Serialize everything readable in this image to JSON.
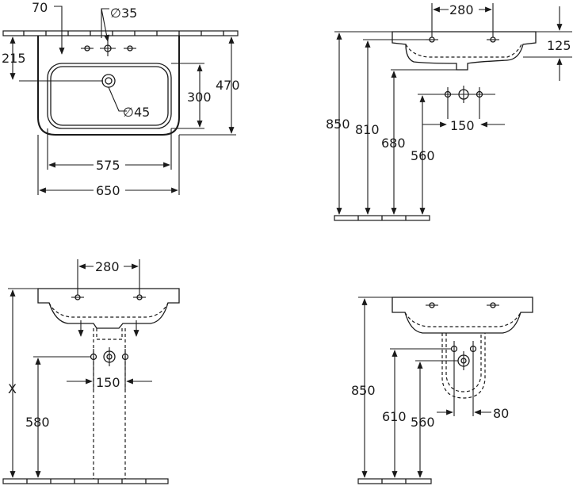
{
  "top_view": {
    "dim_70": "70",
    "dim_dia35": "∅35",
    "dim_215": "215",
    "dim_300": "300",
    "dim_470": "470",
    "dim_dia45": "∅45",
    "dim_575": "575",
    "dim_650": "650"
  },
  "side_view": {
    "dim_280": "280",
    "dim_125": "125",
    "dim_850": "850",
    "dim_810": "810",
    "dim_680": "680",
    "dim_560": "560",
    "dim_150": "150"
  },
  "front_pedestal_view": {
    "dim_280": "280",
    "dim_x": "X",
    "dim_580": "580",
    "dim_150": "150"
  },
  "front_semi_pedestal_view": {
    "dim_850": "850",
    "dim_610": "610",
    "dim_560": "560",
    "dim_80": "80"
  }
}
